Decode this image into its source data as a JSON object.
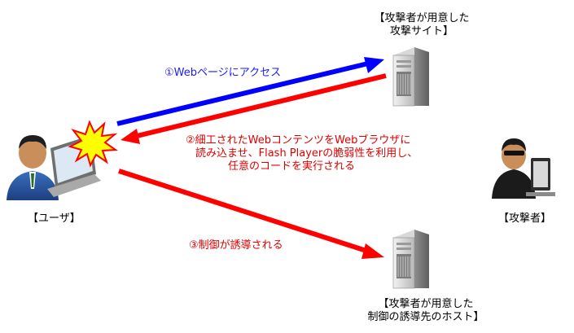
{
  "labels": {
    "attacker_site_line1": "【攻撃者が用意した",
    "attacker_site_line2": "攻撃サイト】",
    "user": "【ユーザ】",
    "attacker": "【攻撃者】",
    "host_line1": "【攻撃者が用意した",
    "host_line2": "制御の誘導先のホスト】",
    "step1": "①Webページにアクセス",
    "step2_line1": "②細工されたWebコンテンツをWebブラウザに",
    "step2_line2": "読み込ませ、Flash Playerの脆弱性を利用し、",
    "step2_line3": "任意のコードを実行される",
    "step3": "③制御が誘導される"
  },
  "colors": {
    "blue_arrow": "#0000ff",
    "red_arrow": "#ff0000",
    "blue_text": "#1a1aff",
    "red_text": "#e00000"
  }
}
